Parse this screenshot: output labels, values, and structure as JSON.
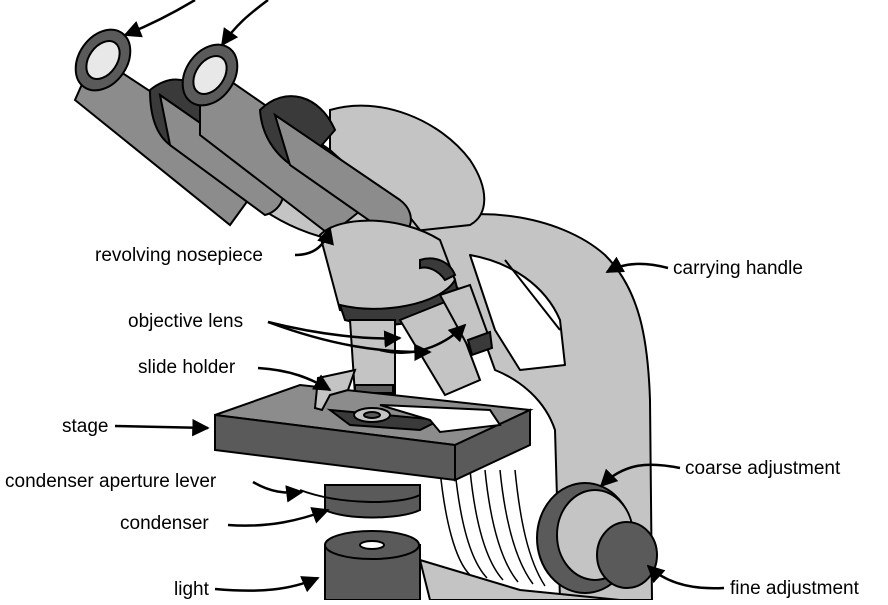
{
  "labels": {
    "revolving_nosepiece": "revolving nosepiece",
    "carrying_handle": "carrying handle",
    "objective_lens": "objective lens",
    "slide_holder": "slide holder",
    "stage": "stage",
    "coarse_adjustment": "coarse adjustment",
    "condenser_aperture_lever": "condenser aperture lever",
    "condenser": "condenser",
    "fine_adjustment": "fine adjustment",
    "light": "light"
  },
  "colors": {
    "dark_gray": "#5a5a5a",
    "mid_gray": "#8c8c8c",
    "light_gray": "#c4c4c4",
    "outline": "#000000",
    "background": "#ffffff"
  }
}
